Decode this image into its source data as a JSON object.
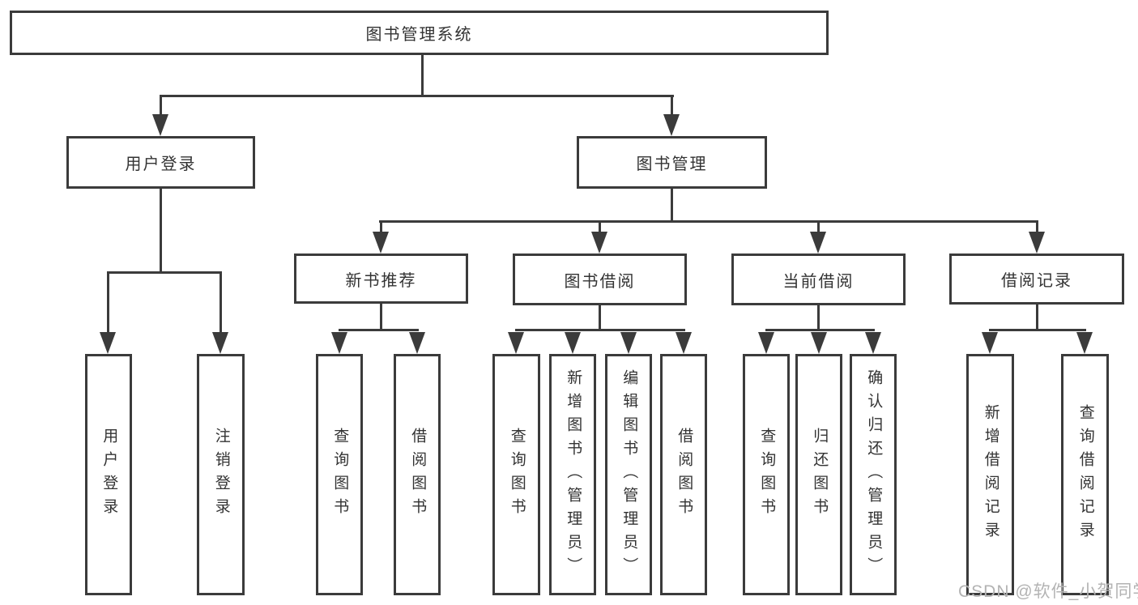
{
  "diagram": {
    "root": {
      "label": "图书管理系统"
    },
    "branches": {
      "user_login": {
        "label": "用户登录",
        "children": [
          "用户登录",
          "注销登录"
        ]
      },
      "book_mgmt": {
        "label": "图书管理"
      },
      "new_book": {
        "label": "新书推荐",
        "children": [
          "查询图书",
          "借阅图书"
        ]
      },
      "borrow": {
        "label": "图书借阅",
        "children": [
          "查询图书",
          "新增图书（管理员）",
          "编辑图书（管理员）",
          "借阅图书"
        ]
      },
      "current": {
        "label": "当前借阅",
        "children": [
          "查询图书",
          "归还图书",
          "确认归还（管理员）"
        ]
      },
      "records": {
        "label": "借阅记录",
        "children": [
          "新增借阅记录",
          "查询借阅记录"
        ]
      }
    }
  },
  "watermark": {
    "text": "CSDN @软件_小贺同学"
  },
  "colors": {
    "line": "#3b3b3b",
    "text": "#333333",
    "watermark": "#b3b3b3",
    "background": "#ffffff"
  }
}
